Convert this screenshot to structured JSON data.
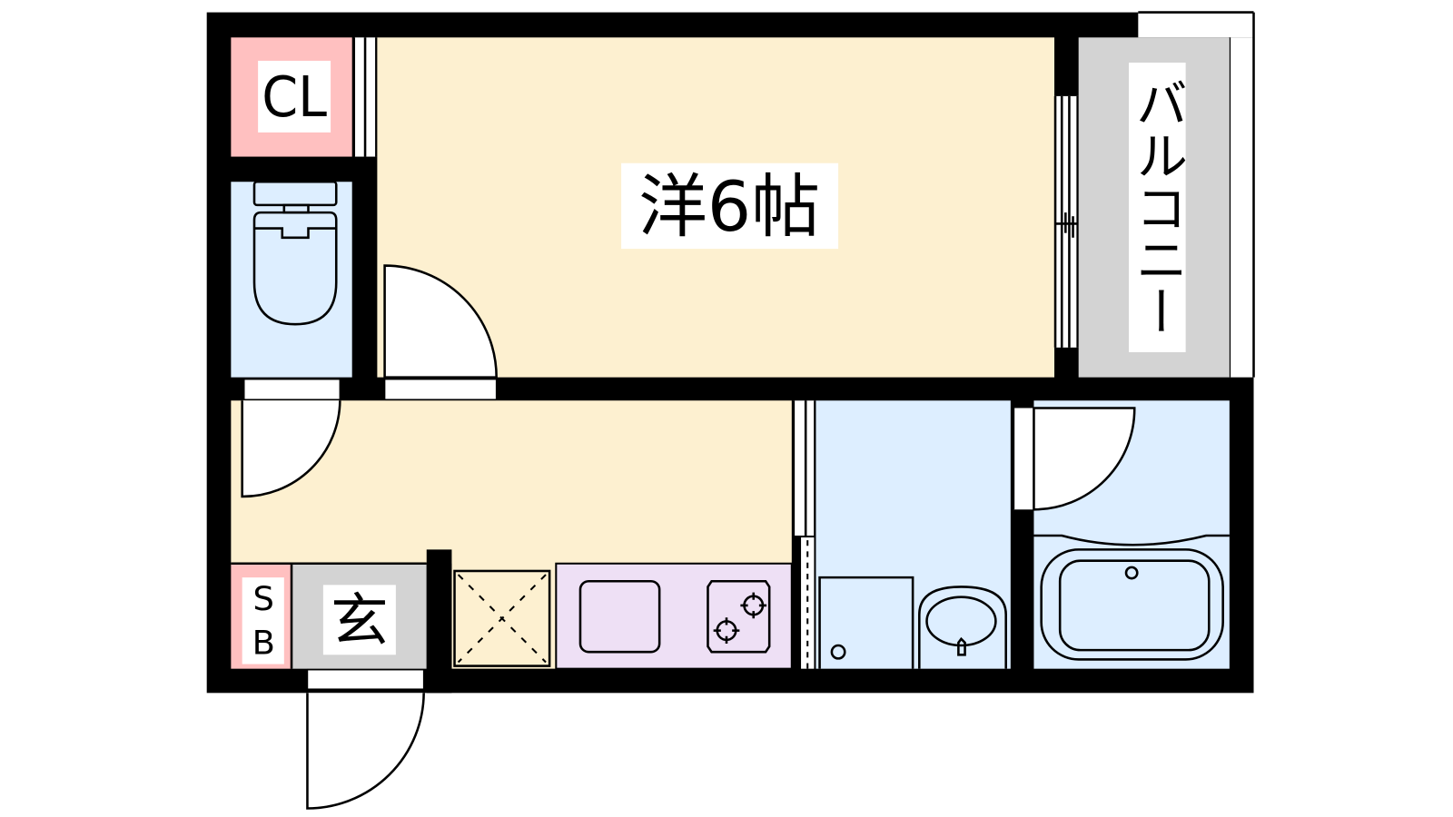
{
  "labels": {
    "western_room": "洋6帖",
    "closet": "CL",
    "balcony": "バルコニー",
    "shoe_box_s": "S",
    "shoe_box_b": "B",
    "entrance": "玄"
  },
  "colors": {
    "wall": "#000000",
    "room_floor": "#FDF0D0",
    "wet_area": "#DDEEFF",
    "storage": "#FFC0C0",
    "kitchen": "#EEE0F5",
    "balcony_entrance": "#D3D3D3"
  }
}
